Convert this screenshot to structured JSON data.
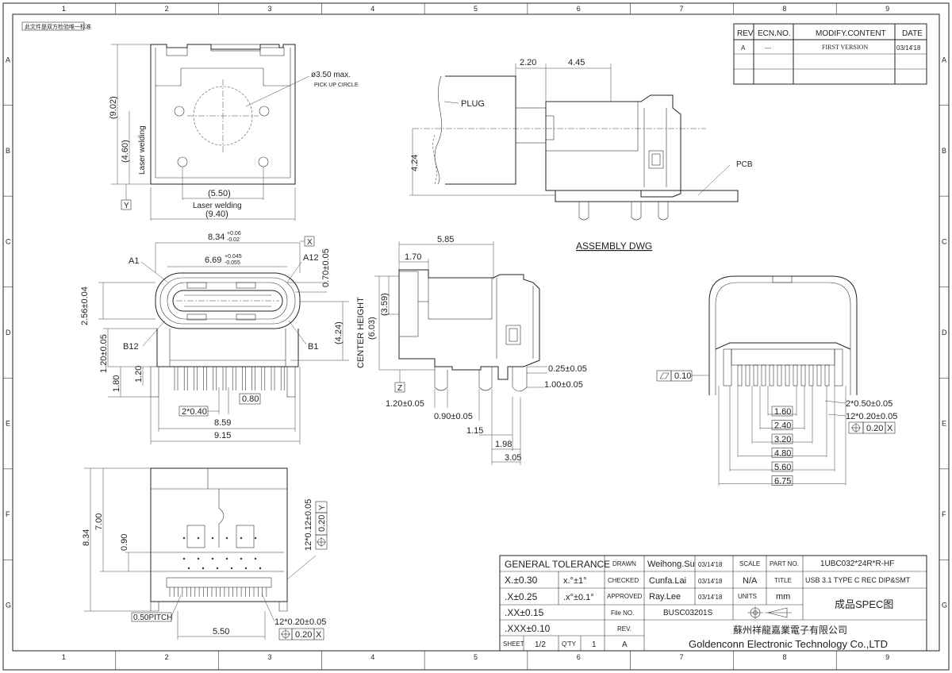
{
  "frame": {
    "columns": [
      "1",
      "2",
      "3",
      "4",
      "5",
      "6",
      "7",
      "8",
      "9"
    ],
    "rows": [
      "A",
      "B",
      "C",
      "D",
      "E",
      "F",
      "G"
    ],
    "stamp_note": "此文件是双方检验唯一标准"
  },
  "revision_table": {
    "headers": [
      "REV.",
      "ECN.NO.",
      "MODIFY.CONTENT",
      "DATE"
    ],
    "rows": [
      [
        "A",
        "---",
        "FIRST VERSION",
        "03/14'18"
      ]
    ]
  },
  "top_view": {
    "pick_up": "ø3.50 max.",
    "pick_up_label": "PICK UP CIRCLE",
    "dim_902": "(9.02)",
    "dim_460": "(4.60)",
    "laser_vertical": "Laser welding",
    "datum_y": "Y",
    "dim_550": "(5.50)",
    "laser_horizontal": "Laser welding",
    "dim_940": "(9.40)"
  },
  "assembly_view": {
    "dim_220": "2.20",
    "dim_445": "4.45",
    "plug": "PLUG",
    "dim_424": "4.24",
    "pcb": "PCB",
    "title": "ASSEMBLY DWG"
  },
  "front_view": {
    "dim_834": "8.34",
    "dim_834_tol_upper": "+0.06",
    "dim_834_tol_lower": "-0.02",
    "datum_x": "X",
    "dim_669": "6.69",
    "dim_669_tol_upper": "+0.045",
    "dim_669_tol_lower": "-0.055",
    "pin_a1": "A1",
    "pin_a12": "A12",
    "pin_b12": "B12",
    "pin_b1": "B1",
    "dim_070": "0.70±0.05",
    "dim_256": "2.56±0.04",
    "dim_424": "(4.24)",
    "dim_120_05": "1.20±0.05",
    "dim_180": "1.80",
    "dim_120": "1.20",
    "dim_080": "0.80",
    "dim_2x040": "2*0.40",
    "dim_859": "8.59",
    "dim_915": "9.15"
  },
  "side_view": {
    "dim_585": "5.85",
    "dim_170": "1.70",
    "dim_359": "(3.59)",
    "center_height": "CENTER HEIGHT",
    "dim_603": "(6.03)",
    "datum_z": "Z",
    "dim_025": "0.25±0.05",
    "dim_100": "1.00±0.05",
    "dim_120": "1.20±0.05",
    "dim_090": "0.90±0.05",
    "dim_115": "1.15",
    "dim_198": "1.98",
    "dim_305": "3.05"
  },
  "rear_view": {
    "flatness": "0.10",
    "dim_2x050": "2*0.50±0.05",
    "dim_12x020": "12*0.20±0.05",
    "position_tol": "0.20",
    "datum": "X",
    "dims": [
      "1.60",
      "2.40",
      "3.20",
      "4.80",
      "5.60",
      "6.75"
    ]
  },
  "bottom_view": {
    "dim_834": "8.34",
    "dim_700": "7.00",
    "dim_090": "0.90",
    "dim_12x012": "12*0.12±0.05",
    "position_tol_y": "0.20",
    "datum_y": "Y",
    "pitch": "0.50PITCH",
    "dim_12x020": "12*0.20±0.05",
    "dim_550": "5.50",
    "position_tol_x": "0.20",
    "datum_x": "X"
  },
  "title_block": {
    "general_tolerance": "GENERAL TOLERANCE",
    "tol_rows": [
      [
        "X.±0.30",
        "x.°±1°"
      ],
      [
        ".X±0.25",
        ".x°±0.1°"
      ],
      [
        ".XX±0.15",
        ""
      ],
      [
        ".XXX±0.10",
        ""
      ]
    ],
    "drawn_label": "DRAWN",
    "drawn_by": "Weihong.Su",
    "drawn_date": "03/14'18",
    "checked_label": "CHECKED",
    "checked_by": "Cunfa.Lai",
    "checked_date": "03/14'18",
    "approved_label": "APPROVED",
    "approved_by": "Ray.Lee",
    "approved_date": "03/14'18",
    "file_no_label": "File NO.",
    "file_no": "BUSC03201S",
    "rev_label": "REV.",
    "rev": "A",
    "scale_label": "SCALE",
    "scale": "N/A",
    "units_label": "UNITS",
    "units": "mm",
    "part_no_label": "PART NO.",
    "part_no": "1UBC032*24R*R-HF",
    "title_label": "TITLE",
    "title": "USB 3.1 TYPE C REC DIP&SMT",
    "spec": "成品SPEC图",
    "sheet_label": "SHEET",
    "sheet": "1/2",
    "qty_label": "Q'TY",
    "qty": "1",
    "company_cn": "蘇州祥龍嘉業電子有限公司",
    "company_en": "Goldenconn Electronic Technology Co.,LTD"
  }
}
